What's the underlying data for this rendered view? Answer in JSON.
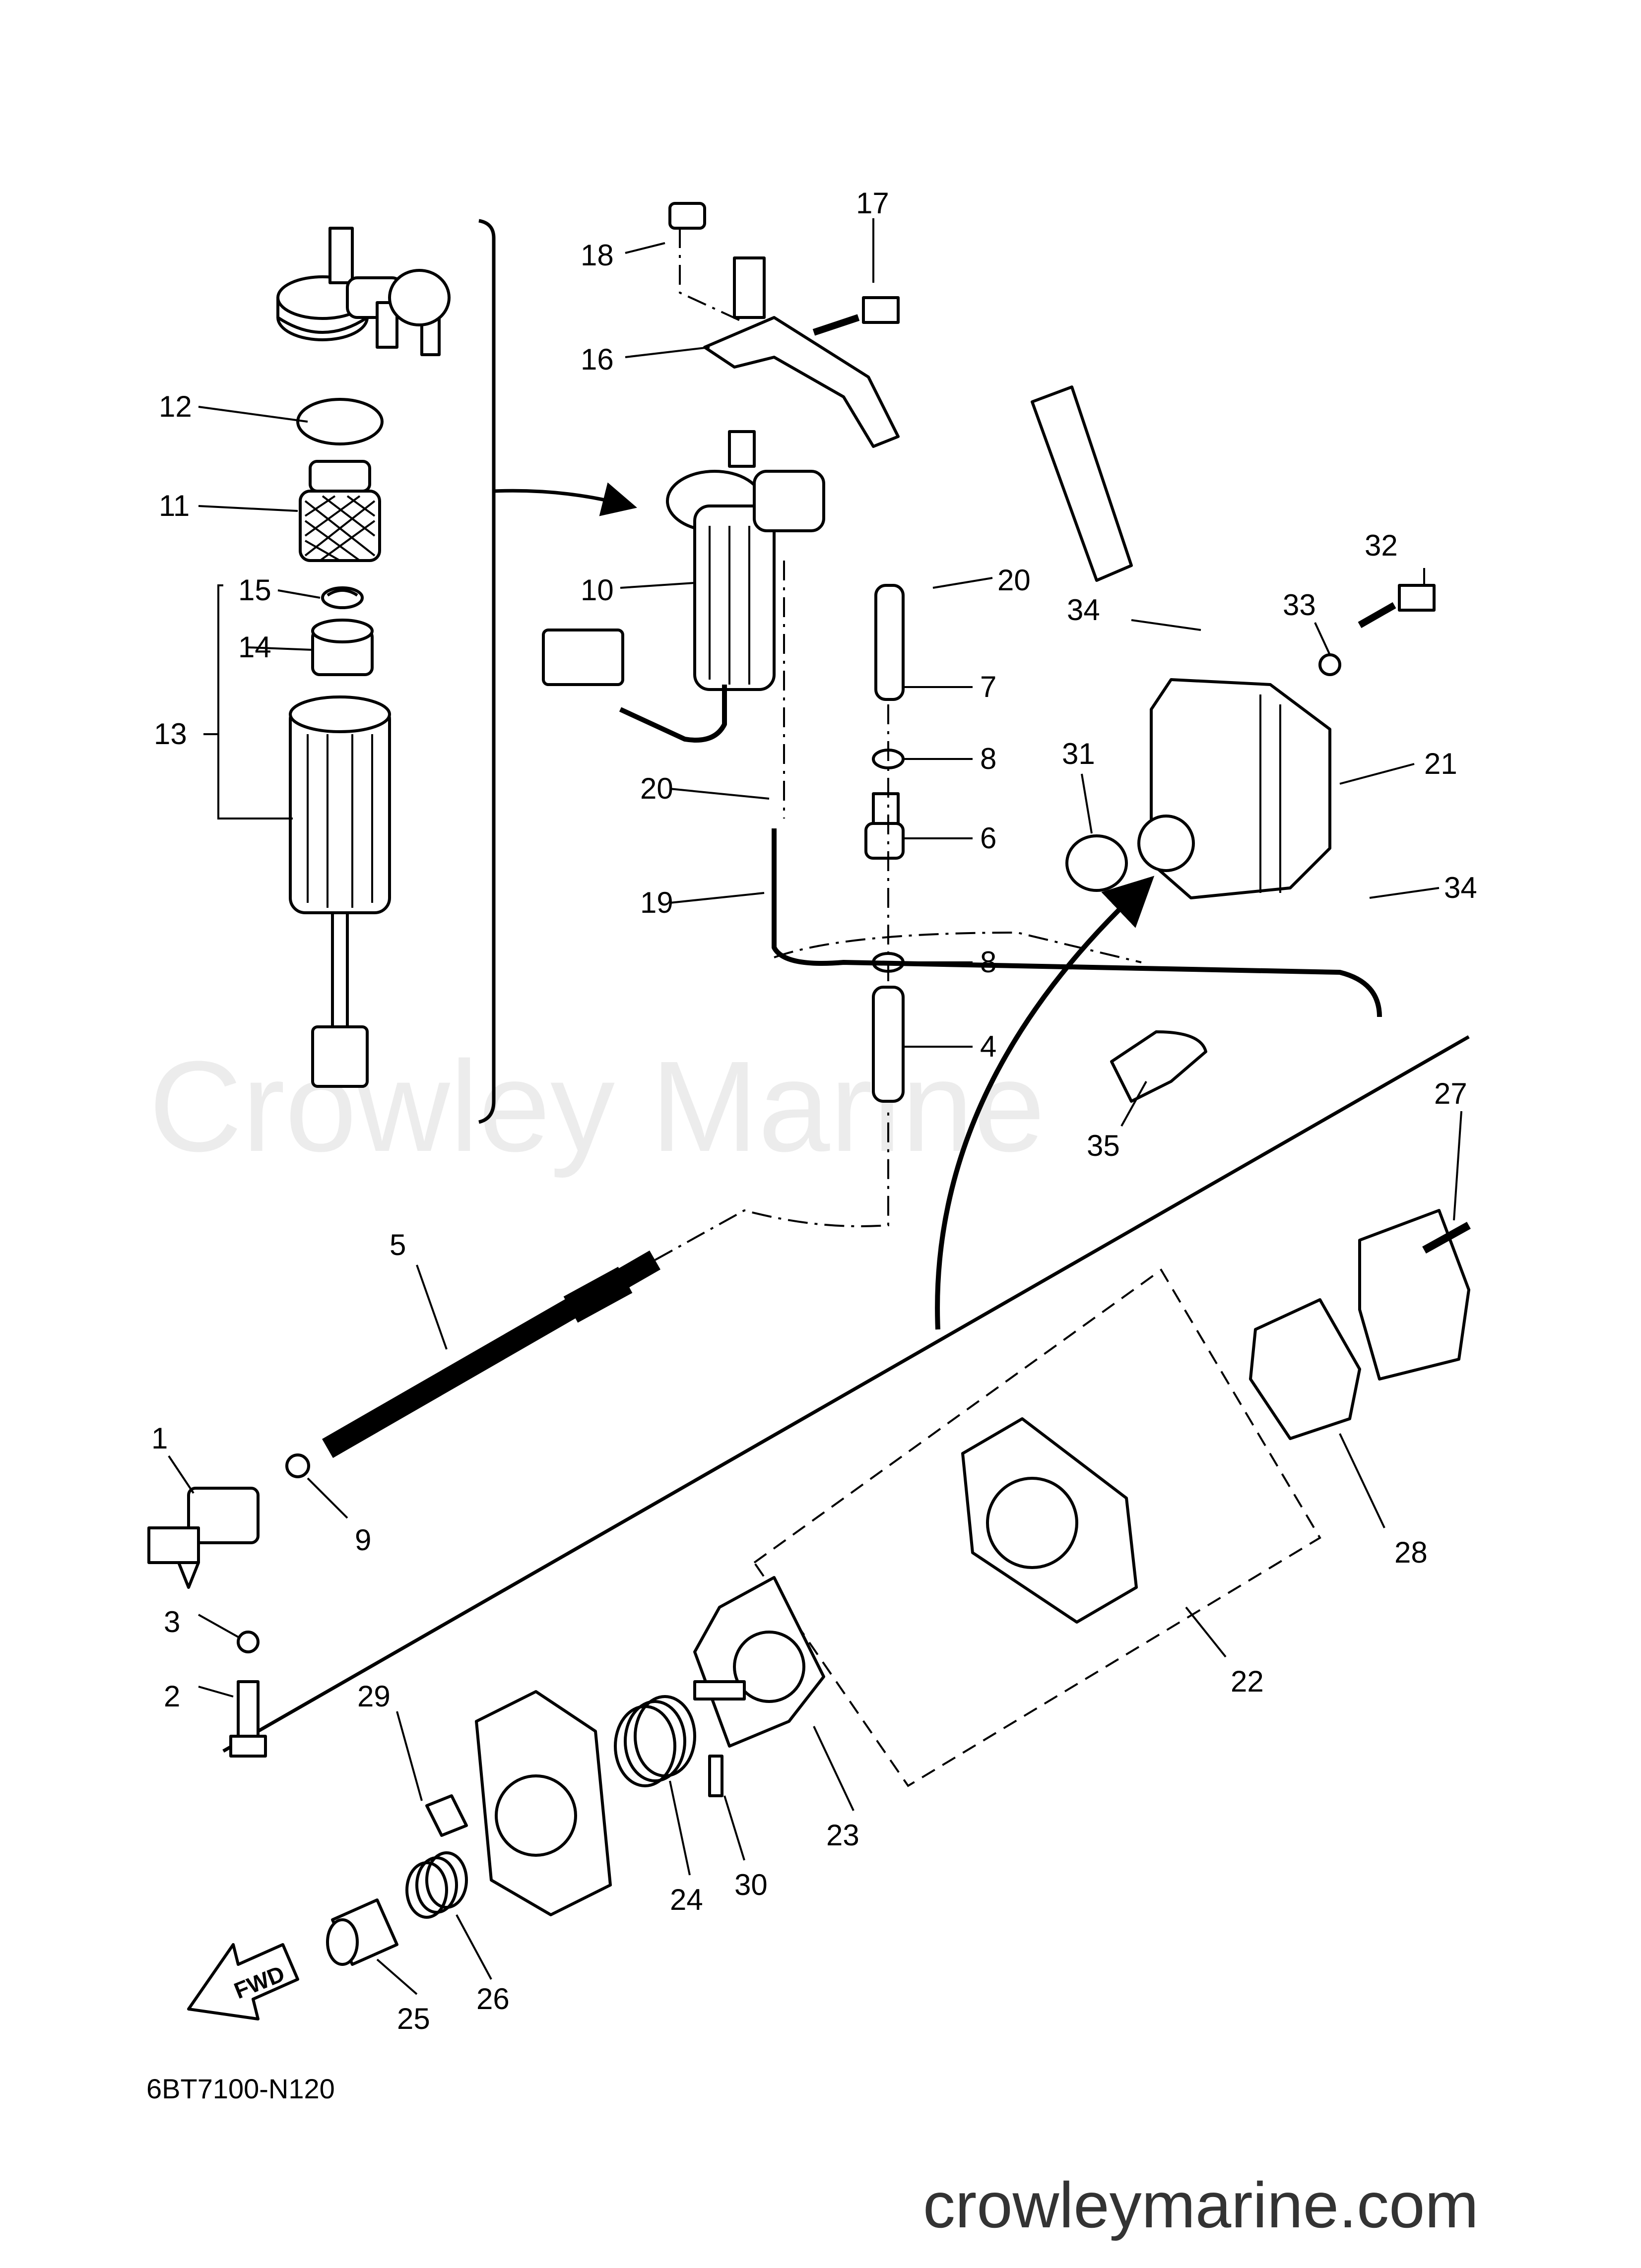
{
  "watermark": "Crowley Marine",
  "diagram_code": "6BT7100-N120",
  "website": "crowleymarine.com",
  "fwd_label": "FWD",
  "callouts": {
    "c1": "1",
    "c2": "2",
    "c3": "3",
    "c4": "4",
    "c5": "5",
    "c6": "6",
    "c7": "7",
    "c8a": "8",
    "c8b": "8",
    "c9": "9",
    "c10": "10",
    "c11": "11",
    "c12": "12",
    "c13": "13",
    "c14": "14",
    "c15": "15",
    "c16": "16",
    "c17": "17",
    "c18": "18",
    "c19": "19",
    "c20a": "20",
    "c20b": "20",
    "c21": "21",
    "c22": "22",
    "c23": "23",
    "c24": "24",
    "c25": "25",
    "c26": "26",
    "c27": "27",
    "c28": "28",
    "c29": "29",
    "c30": "30",
    "c31": "31",
    "c32": "32",
    "c33": "33",
    "c34a": "34",
    "c34b": "34",
    "c35": "35"
  }
}
